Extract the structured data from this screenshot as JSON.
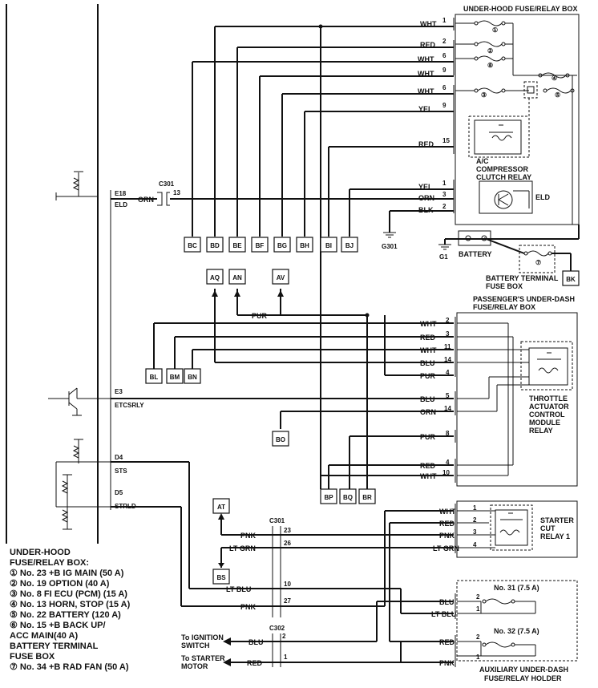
{
  "fuse_box_titles": {
    "under_hood": "UNDER-HOOD FUSE/RELAY BOX",
    "passenger_line1": "PASSENGER'S UNDER-DASH",
    "passenger_line2": "FUSE/RELAY BOX",
    "aux_line1": "AUXILIARY UNDER-DASH",
    "aux_line2": "FUSE/RELAY HOLDER"
  },
  "pcm_pins": {
    "e18": "E18",
    "eld": "ELD",
    "e3": "E3",
    "etcsrly": "ETCSRLY",
    "d4": "D4",
    "sts": "STS",
    "d5": "D5",
    "strld": "STRLD"
  },
  "connectors": {
    "c301_top": "C301",
    "c301_mid": "C301",
    "c302": "C302",
    "c301_pin": "13"
  },
  "under_hood_wires": [
    {
      "color": "WHT",
      "pin": "1"
    },
    {
      "color": "RED",
      "pin": "2"
    },
    {
      "color": "WHT",
      "pin": "6"
    },
    {
      "color": "WHT",
      "pin": "9"
    },
    {
      "color": "WHT",
      "pin": "6"
    },
    {
      "color": "YEL",
      "pin": "9"
    },
    {
      "color": "RED",
      "pin": "15"
    },
    {
      "color": "YEL",
      "pin": "1"
    },
    {
      "color": "ORN",
      "pin": "3"
    },
    {
      "color": "BLK",
      "pin": "2"
    }
  ],
  "fuse_ids": [
    "①",
    "②",
    "⑧",
    "④",
    "③",
    "⑤",
    "⑥",
    "⑦"
  ],
  "orn_label": "ORN",
  "components": {
    "ac_line1": "A/C",
    "ac_line2": "COMPRESSOR",
    "ac_line3": "CLUTCH RELAY",
    "eld": "ELD",
    "battery": "BATTERY",
    "g301": "G301",
    "g1": "G1",
    "btfb_line1": "BATTERY TERMINAL",
    "btfb_line2": "FUSE BOX",
    "tac_line1": "THROTTLE",
    "tac_line2": "ACTUATOR",
    "tac_line3": "CONTROL",
    "tac_line4": "MODULE",
    "tac_line5": "RELAY",
    "sc_line1": "STARTER",
    "sc_line2": "CUT",
    "sc_line3": "RELAY 1",
    "fuse31": "No. 31 (7.5 A)",
    "fuse32": "No. 32 (7.5 A)",
    "ign_line1": "To IGNITION",
    "ign_line2": "SWITCH",
    "stm_line1": "To STARTER",
    "stm_line2": "MOTOR"
  },
  "jump_boxes": [
    "BC",
    "BD",
    "BE",
    "BF",
    "BG",
    "BH",
    "BI",
    "BJ",
    "BK",
    "AQ",
    "AN",
    "AV",
    "BL",
    "BM",
    "BN",
    "BO",
    "BP",
    "BQ",
    "BR",
    "AT",
    "BS"
  ],
  "passenger_wires": [
    {
      "color": "WHT",
      "pin": "2"
    },
    {
      "color": "RED",
      "pin": "3"
    },
    {
      "color": "WHT",
      "pin": "11"
    },
    {
      "color": "BLU",
      "pin": "14"
    },
    {
      "color": "PUR",
      "pin": "4"
    },
    {
      "color": "BLU",
      "pin": "5"
    },
    {
      "color": "ORN",
      "pin": "14"
    },
    {
      "color": "PUR",
      "pin": "8"
    },
    {
      "color": "RED",
      "pin": "4"
    },
    {
      "color": "WHT",
      "pin": "10"
    }
  ],
  "pur_top": "PUR",
  "starter_wires": [
    {
      "color": "WHT",
      "pin": "1"
    },
    {
      "color": "RED",
      "pin": "2"
    },
    {
      "color": "PNK",
      "pin": "3"
    },
    {
      "color": "LT GRN",
      "pin": "4"
    }
  ],
  "left_wires": [
    {
      "color": "PNK",
      "pin": "23"
    },
    {
      "color": "LT GRN",
      "pin": "26"
    },
    {
      "color": "LT BLU",
      "pin": "10"
    },
    {
      "color": "PNK",
      "pin": "27"
    },
    {
      "color": "BLU",
      "pin": "2"
    },
    {
      "color": "RED",
      "pin": "1"
    }
  ],
  "aux_wires": [
    {
      "color": "BLU",
      "pin": "2"
    },
    {
      "color": "LT BLU",
      "pin": "1"
    },
    {
      "color": "RED",
      "pin": "2"
    },
    {
      "color": "PNK",
      "pin": "1"
    }
  ],
  "legend": {
    "heading1": "UNDER-HOOD",
    "heading2": "FUSE/RELAY BOX:",
    "items": [
      "① No. 23 +B IG MAIN (50 A)",
      "② No. 19 OPTION (40 A)",
      "③ No. 8 FI ECU (PCM) (15 A)",
      "④ No. 13 HORN, STOP (15 A)",
      "⑤ No. 22 BATTERY (120 A)",
      "⑥ No. 15 +B BACK UP/",
      "ACC MAIN(40 A)"
    ],
    "heading3": "BATTERY TERMINAL",
    "heading4": "FUSE BOX",
    "item7": "⑦ No. 34 +B RAD FAN (50 A)"
  }
}
